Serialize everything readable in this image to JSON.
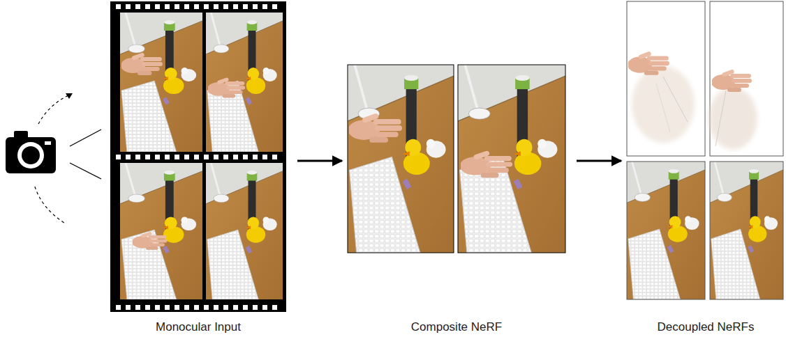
{
  "diagram": {
    "nodes": [
      {
        "text": [
          "Monocular Input"
        ]
      },
      {
        "text": [
          "Composite NeRF"
        ]
      },
      {
        "text": [
          "Decoupled NeRFs"
        ]
      }
    ],
    "edges": [
      {
        "from": 0,
        "to": 1,
        "arrow": "to"
      },
      {
        "from": 1,
        "to": 2,
        "arrow": "to"
      }
    ]
  }
}
